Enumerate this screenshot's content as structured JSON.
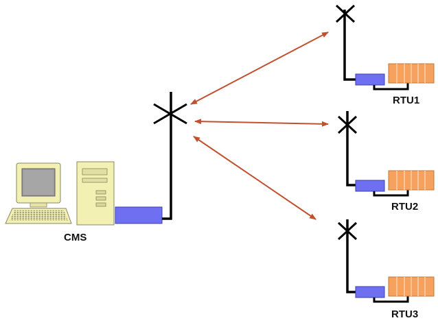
{
  "labels": {
    "cms": "CMS",
    "rtu1": "RTU1",
    "rtu2": "RTU2",
    "rtu3": "RTU3"
  },
  "colors": {
    "link_arrow": "#c0502f",
    "radio_modem": "#6f6ff2",
    "rtu_module": "#f6a25e",
    "computer_beige": "#f3f0b4",
    "screen": "#9a9a9a",
    "mast": "#000000"
  },
  "icons": {
    "workstation": "desktop-computer-icon",
    "tower": "pc-tower-icon",
    "modem": "radio-modem-icon",
    "antenna": "antenna-icon",
    "rtu": "rtu-rack-icon"
  }
}
